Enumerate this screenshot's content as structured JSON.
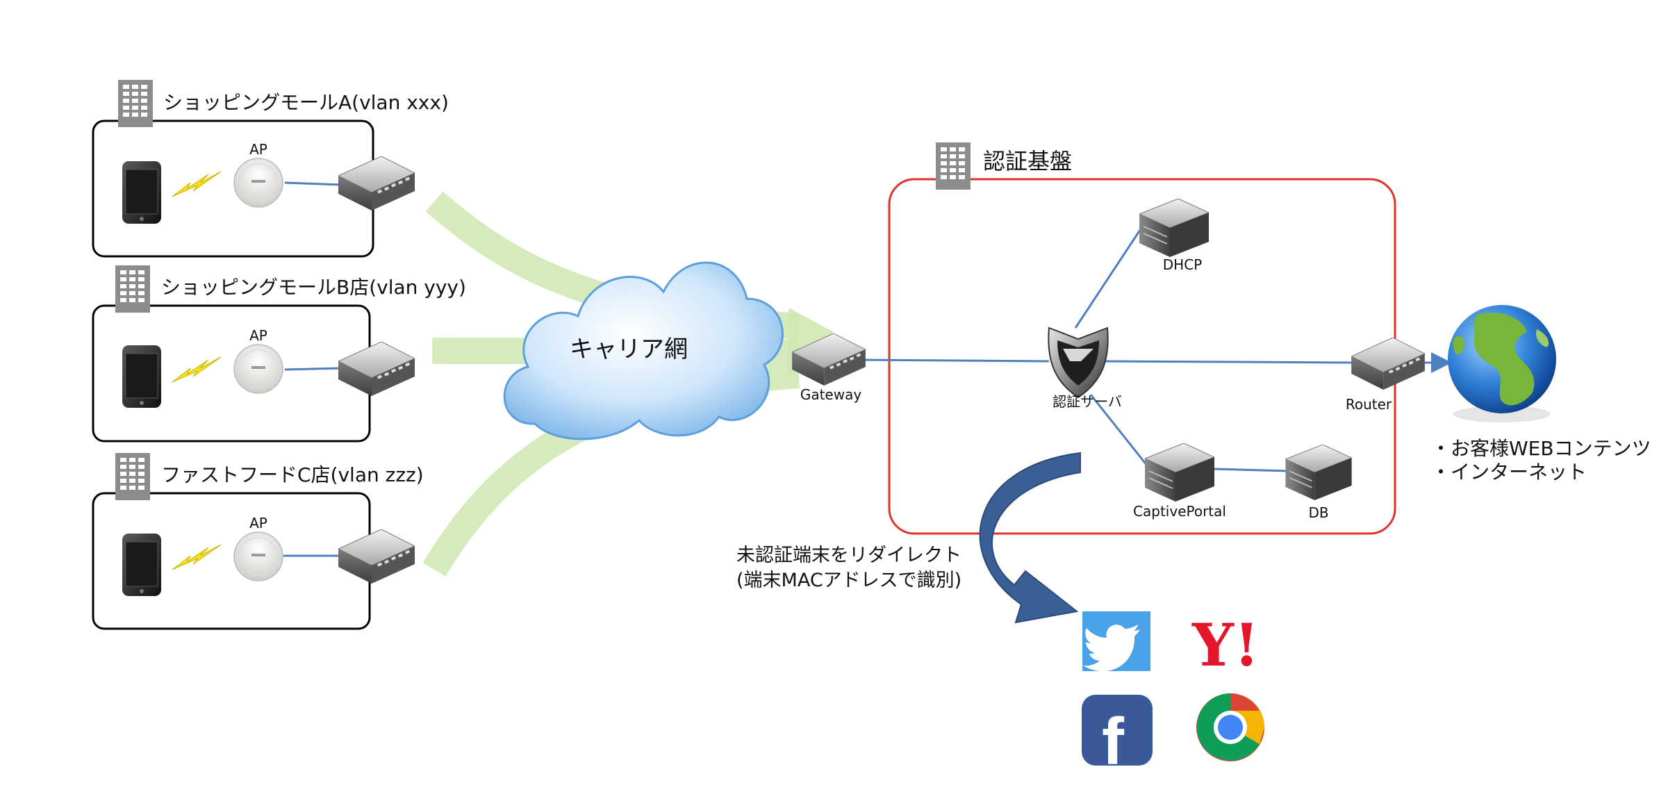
{
  "sites": [
    {
      "title": "ショッピングモールA(vlan xxx)",
      "ap_label": "AP"
    },
    {
      "title": "ショッピングモールB店(vlan yyy)",
      "ap_label": "AP"
    },
    {
      "title": "ファストフードC店(vlan zzz)",
      "ap_label": "AP"
    }
  ],
  "cloud_label": "キャリア網",
  "gateway_label": "Gateway",
  "auth_platform": {
    "title": "認証基盤",
    "border_color": "#e0322b",
    "nodes": {
      "dhcp": "DHCP",
      "auth_server": "認証サーバ",
      "router": "Router",
      "captive_portal": "CaptivePortal",
      "db": "DB"
    }
  },
  "internet_notes": [
    "・お客様WEBコンテンツ",
    "・インターネット"
  ],
  "redirect_note": [
    "未認証端末をリダイレクト",
    "(端末MACアドレスで識別)"
  ],
  "services": [
    "twitter-icon",
    "yahoo-icon",
    "facebook-icon",
    "chrome-icon"
  ],
  "yahoo_text": "Y!",
  "facebook_text": "f",
  "colors": {
    "link": "#4f7fbf",
    "flow": "#cfe8b0",
    "redirect_arrow": "#3a5f95"
  }
}
